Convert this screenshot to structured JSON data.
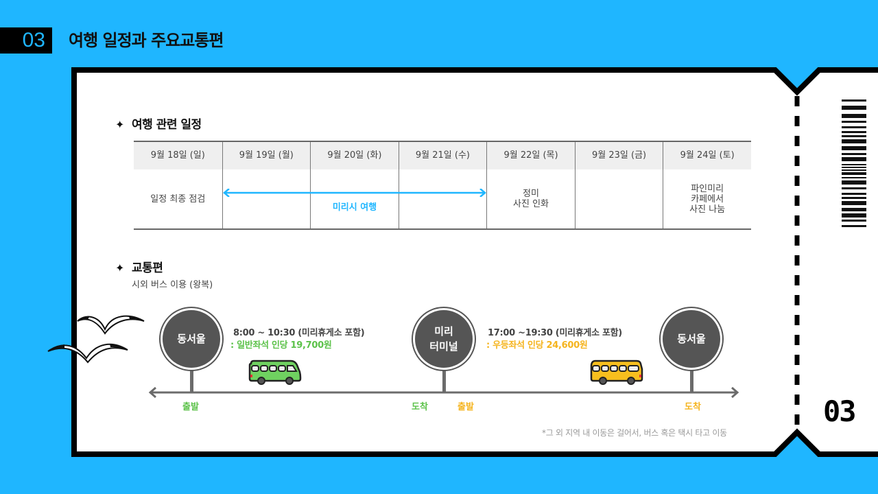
{
  "header": {
    "section_number": "03",
    "title": "여행 일정과 주요교통편"
  },
  "schedule": {
    "heading": "여행 관련 일정",
    "columns": [
      "9월 18일 (일)",
      "9월 19일 (월)",
      "9월 20일 (화)",
      "9월 21일 (수)",
      "9월 22일 (목)",
      "9월 23일 (금)",
      "9월 24일 (토)"
    ],
    "cells": [
      "일정 최종 점검",
      "",
      "",
      "",
      "정미\n사진 인화",
      "",
      "파인미리\n카페에서\n사진 나눔"
    ],
    "span_event": {
      "label": "미리시 여행",
      "from": "9월 19일 (월)",
      "to": "9월 21일 (수)",
      "color": "#1fb6ff"
    }
  },
  "transport": {
    "heading": "교통편",
    "subtitle": "시외 버스 이용 (왕복)",
    "stops": [
      {
        "name": "동서울",
        "label": "출발",
        "label_color": "#5cc24a"
      },
      {
        "name": "미리\n터미널",
        "labels": [
          {
            "text": "도착",
            "color": "#5cc24a"
          },
          {
            "text": "출발",
            "color": "#f5b41e"
          }
        ]
      },
      {
        "name": "동서울",
        "label": "도착",
        "label_color": "#f5b41e"
      }
    ],
    "routes": [
      {
        "time": "8:00 ~ 10:30 (미리휴게소 포함)",
        "fare": ": 일반좌석 인당 19,700원",
        "fare_color": "#5cc24a",
        "bus_color": "#6fd160",
        "bus_icon": "green-bus-icon"
      },
      {
        "time": "17:00 ~19:30 (미리휴게소 포함)",
        "fare": ": 우등좌석 인당 24,600원",
        "fare_color": "#f5b41e",
        "bus_color": "#f7bf1e",
        "bus_icon": "yellow-bus-icon"
      }
    ],
    "footnote": "*그 외 지역 내 이동은 걸어서, 버스 혹은 택시 타고 이동"
  },
  "ticket_stub": {
    "number": "03",
    "barcode_icon": "barcode-icon"
  },
  "colors": {
    "background": "#1fb6ff",
    "accent_blue": "#1fb6ff",
    "green": "#5cc24a",
    "yellow": "#f5b41e",
    "stop_gray": "#555555"
  }
}
